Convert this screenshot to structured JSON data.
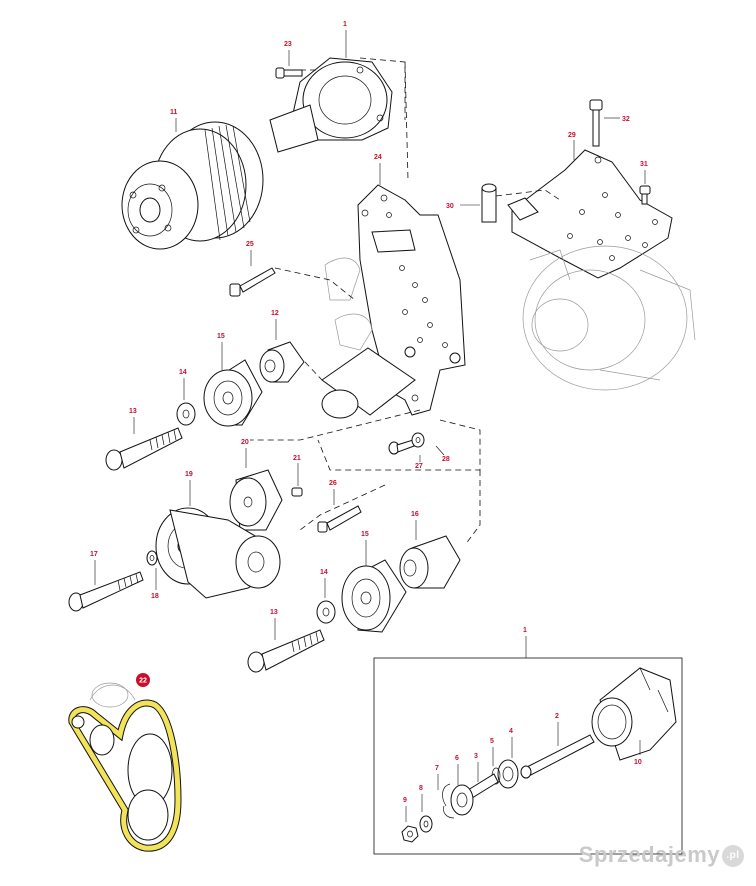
{
  "labels": {
    "p1_top": "1",
    "p23": "23",
    "p11": "11",
    "p24": "24",
    "p32": "32",
    "p29": "29",
    "p31": "31",
    "p30": "30",
    "p25": "25",
    "p15_a": "15",
    "p12": "12",
    "p14_a": "14",
    "p13_a": "13",
    "p27": "27",
    "p28": "28",
    "p20": "20",
    "p21": "21",
    "p19": "19",
    "p26": "26",
    "p16": "16",
    "p17": "17",
    "p18": "18",
    "p15_b": "15",
    "p14_b": "14",
    "p13_b": "13",
    "p22": "22",
    "p1_inset": "1",
    "p2": "2",
    "p3": "3",
    "p4": "4",
    "p5": "5",
    "p6": "6",
    "p7": "7",
    "p8": "8",
    "p9": "9",
    "p10": "10"
  },
  "watermark": {
    "text": "Sprzedajemy",
    "suffix": ".pl"
  },
  "colors": {
    "callout": "#c8102e",
    "belt": "#f2e35a",
    "line": "#111111",
    "ghost": "#9a9a9a"
  }
}
